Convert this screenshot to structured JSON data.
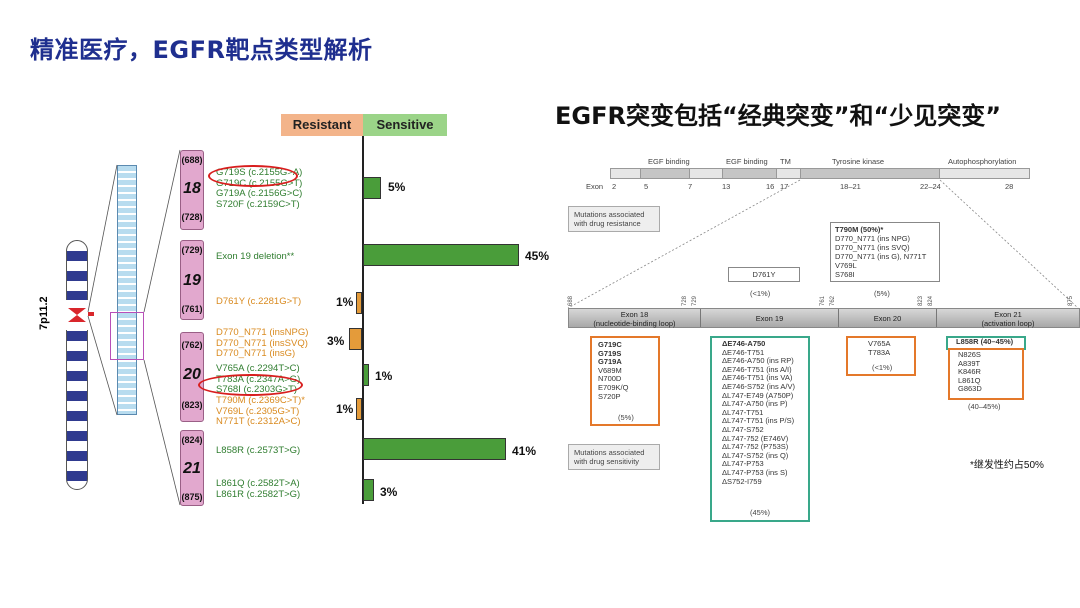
{
  "title": "精准医疗，EGFR靶点类型解析",
  "subtitle": "EGFR突变包括“经典突变”和“少见突变”",
  "left": {
    "header_resistant": "Resistant",
    "header_sensitive": "Sensitive",
    "chrom_label": "7p11.2",
    "exons": [
      {
        "start": "(688)",
        "num": "18",
        "end": "(728)"
      },
      {
        "start": "(729)",
        "num": "19",
        "end": "(761)"
      },
      {
        "start": "(762)",
        "num": "20",
        "end": "(823)"
      },
      {
        "start": "(824)",
        "num": "21",
        "end": "(875)"
      }
    ],
    "mut18": [
      "G719S (c.2155G>A)",
      "G719C (c.2155G>T)",
      "G719A (c.2156G>C)",
      "S720F (c.2159C>T)"
    ],
    "mut19a": "Exon 19 deletion**",
    "mut19b": "D761Y (c.2281G>T)",
    "mut20a": [
      "D770_N771 (insNPG)",
      "D770_N771 (insSVQ)",
      "D770_N771 (insG)"
    ],
    "mut20b": [
      "V765A (c.2294T>C)",
      "T783A (c.2347A>G)",
      "S768I (c.2303G>T)"
    ],
    "mut20c": [
      "T790M (c.2369C>T)*",
      "V769L (c.2305G>T)",
      "N771T (c.2312A>C)"
    ],
    "mut21a": "L858R (c.2573T>G)",
    "mut21b": [
      "L861Q (c.2582T>A)",
      "L861R (c.2582T>G)"
    ],
    "pcts": [
      "5%",
      "45%",
      "1%",
      "3%",
      "1%",
      "1%",
      "41%",
      "3%"
    ]
  },
  "right": {
    "domains": [
      "EGF binding",
      "EGF binding",
      "TM",
      "Tyrosine kinase",
      "Autophosphorylation"
    ],
    "exon_label": "Exon",
    "exon_ticks": [
      "2",
      "5",
      "7",
      "13",
      "16",
      "17",
      "18–21",
      "22–24",
      "28"
    ],
    "note_resist": "Mutations associated with drug resistance",
    "note_sens": "Mutations associated with drug sensitivity",
    "t790": [
      "T790M (50%)*",
      "D770_N771 (ins NPG)",
      "D770_N771 (ins SVQ)",
      "D770_N771 (ins G), N771T",
      "V769L",
      "S768I"
    ],
    "t790_pct": "(5%)",
    "d761": "D761Y",
    "d761_pct": "(<1%)",
    "band": [
      "Exon 18\n(nucleotide-binding loop)",
      "Exon 19",
      "Exon 20",
      "Exon 21\n(activation loop)"
    ],
    "ticks": [
      "688",
      "728",
      "729",
      "761",
      "762",
      "823",
      "824",
      "875"
    ],
    "ex18": [
      "G719C",
      "G719S",
      "G719A",
      "V689M",
      "N700D",
      "E709K/Q",
      "S720P"
    ],
    "ex18_pct": "(5%)",
    "ex19": [
      "ΔE746-A750",
      "ΔE746-T751",
      "ΔE746-A750 (ins RP)",
      "ΔE746-T751 (ins A/I)",
      "ΔE746-T751 (ins VA)",
      "ΔE746-S752 (ins A/V)",
      "ΔL747-E749 (A750P)",
      "ΔL747-A750 (ins P)",
      "ΔL747-T751",
      "ΔL747-T751 (ins P/S)",
      "ΔL747-S752",
      "ΔL747-752 (E746V)",
      "ΔL747-752 (P753S)",
      "ΔL747-S752 (ins Q)",
      "ΔL747-P753",
      "ΔL747-P753 (ins S)",
      "ΔS752-I759"
    ],
    "ex19_pct": "(45%)",
    "ex20": [
      "V765A",
      "T783A"
    ],
    "ex20_pct": "(<1%)",
    "ex21_top": "L858R (40–45%)",
    "ex21": [
      "N826S",
      "A839T",
      "K846R",
      "L861Q",
      "G863D"
    ],
    "ex21_pct": "(40–45%)"
  },
  "footnote": "*继发性约占50%"
}
